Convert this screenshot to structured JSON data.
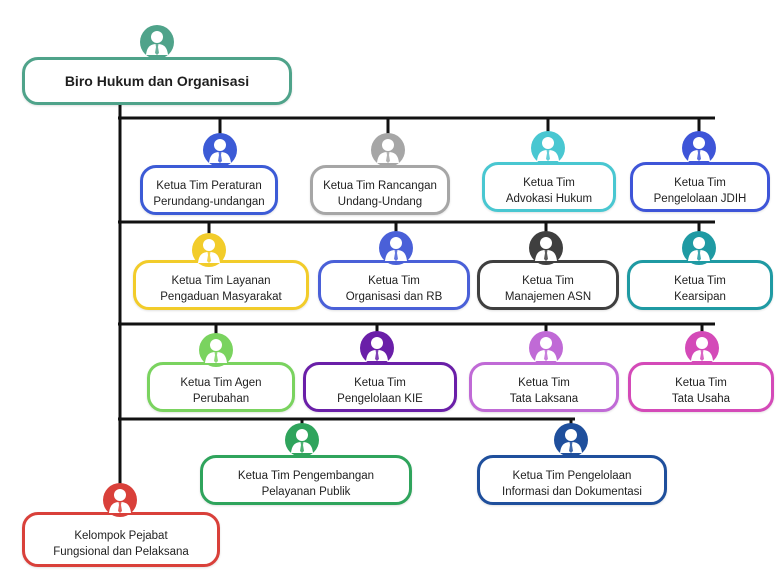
{
  "nodes": [
    {
      "id": "root",
      "label": "Biro Hukum dan Organisasi",
      "color": "#4fa38a"
    },
    {
      "id": "peraturan",
      "label": "Ketua Tim Peraturan\nPerundang-undangan",
      "color": "#3c5bd6"
    },
    {
      "id": "rancangan",
      "label": "Ketua Tim Rancangan\nUndang-Undang",
      "color": "#a6a6a6"
    },
    {
      "id": "advokasi",
      "label": "Ketua Tim\nAdvokasi Hukum",
      "color": "#49c7d1"
    },
    {
      "id": "jdih",
      "label": "Ketua Tim\nPengelolaan JDIH",
      "color": "#3e55d8"
    },
    {
      "id": "layanan",
      "label": "Ketua Tim Layanan\nPengaduan Masyarakat",
      "color": "#f2cc2a"
    },
    {
      "id": "organisasi",
      "label": "Ketua Tim\nOrganisasi dan RB",
      "color": "#4a60d8"
    },
    {
      "id": "asn",
      "label": "Ketua Tim\nManajemen ASN",
      "color": "#3f3f3f"
    },
    {
      "id": "kearsipan",
      "label": "Ketua Tim\nKearsipan",
      "color": "#1f9aa3"
    },
    {
      "id": "agen",
      "label": "Ketua Tim Agen\nPerubahan",
      "color": "#7ad35f"
    },
    {
      "id": "kie",
      "label": "Ketua Tim\nPengelolaan KIE",
      "color": "#6a1fa8"
    },
    {
      "id": "laksana",
      "label": "Ketua Tim\nTata Laksana",
      "color": "#c06ad6"
    },
    {
      "id": "usaha",
      "label": "Ketua Tim\nTata Usaha",
      "color": "#d44ab8"
    },
    {
      "id": "pelayanan",
      "label": "Ketua Tim Pengembangan\nPelayanan Publik",
      "color": "#2fa45c"
    },
    {
      "id": "informasi",
      "label": "Ketua Tim Pengelolaan\nInformasi dan Dokumentasi",
      "color": "#1f4f9c"
    },
    {
      "id": "fungsional",
      "label": "Kelompok Pejabat\nFungsional dan Pelaksana",
      "color": "#d9403a"
    }
  ],
  "connector_color": "#111111"
}
